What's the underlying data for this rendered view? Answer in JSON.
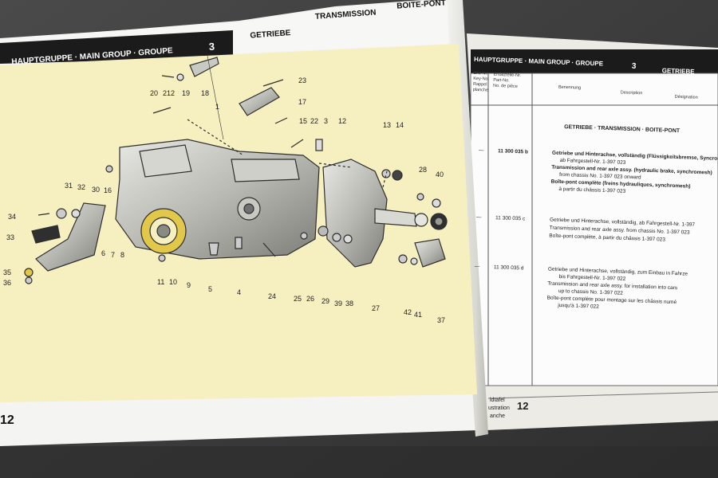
{
  "left_page": {
    "header": {
      "main_group": "HAUPTGRUPPE · MAIN GROUP · GROUPE",
      "group_number": "3"
    },
    "tabs": [
      "GETRIEBE",
      "TRANSMISSION",
      "BOITE-PONT"
    ],
    "page_number": "12",
    "callouts": [
      "20",
      "21",
      "2",
      "19",
      "18",
      "1",
      "23",
      "17",
      "22",
      "15",
      "3",
      "12",
      "13",
      "14",
      "16",
      "28",
      "40",
      "31",
      "32",
      "30",
      "34",
      "33",
      "35",
      "36",
      "6",
      "7",
      "8",
      "11",
      "10",
      "9",
      "5",
      "4",
      "24",
      "25",
      "26",
      "29",
      "39",
      "38",
      "27",
      "42",
      "41",
      "37"
    ]
  },
  "right_page": {
    "header": {
      "main_group": "HAUPTGRUPPE · MAIN GROUP · GROUPE",
      "group_number": "3",
      "tab": "GETRIEBE"
    },
    "columns": {
      "key": [
        "Bild-Nr.",
        "Key-No.",
        "Rappel",
        "planche"
      ],
      "part": [
        "Ersatzteile-Nr.",
        "Part-No.",
        "No. de pièce"
      ],
      "benennung": "Benennung",
      "description": "Description",
      "designation": "Désignation"
    },
    "section_title": "GETRIEBE · TRANSMISSION · BOITE-PONT",
    "rows": [
      {
        "key": "—",
        "part": "11 300 035 b",
        "lines": [
          "Getriebe und Hinterachse, vollständig (Flüssigkeitsbremse, Syncron)",
          "ab Fahrgestell-Nr. 1-397 023",
          "Transmission and rear axle assy. (hydraulic brake, synchromesh)",
          "from chassis No. 1-397 023 onward",
          "Boîte-pont complète (freins hydrauliques, synchromesh)",
          "à partir du châssis 1-397 023"
        ]
      },
      {
        "key": "—",
        "part": "11 300 035 c",
        "lines": [
          "Getriebe und Hinterachse, vollständig, ab Fahrgestell-Nr. 1-397",
          "Transmission and rear axle assy. from chassis No. 1-397 023",
          "Boîte-pont complète, à partir du châssis 1-397 023"
        ]
      },
      {
        "key": "—",
        "part": "11 300 035 d",
        "lines": [
          "Getriebe und Hinterachse, vollständig, zum Einbau in Fahrze",
          "bis Fahrgestell-Nr. 1-397 022",
          "Transmission and rear axle assy. for installation into cars",
          "up to chassis No. 1-397 022",
          "Boîte-pont complète pour montage sur les châssis numé",
          "jusqu'à 1-397 022"
        ]
      }
    ],
    "footer": {
      "label_lines": [
        "ldtafel",
        "ustration",
        "anche"
      ],
      "page_number": "12"
    }
  },
  "colors": {
    "diagram_background": "#f6efc0",
    "header_band": "#1b1b1b",
    "page_paper": "#f4f4f2",
    "table_background": "#fcfcfc"
  }
}
